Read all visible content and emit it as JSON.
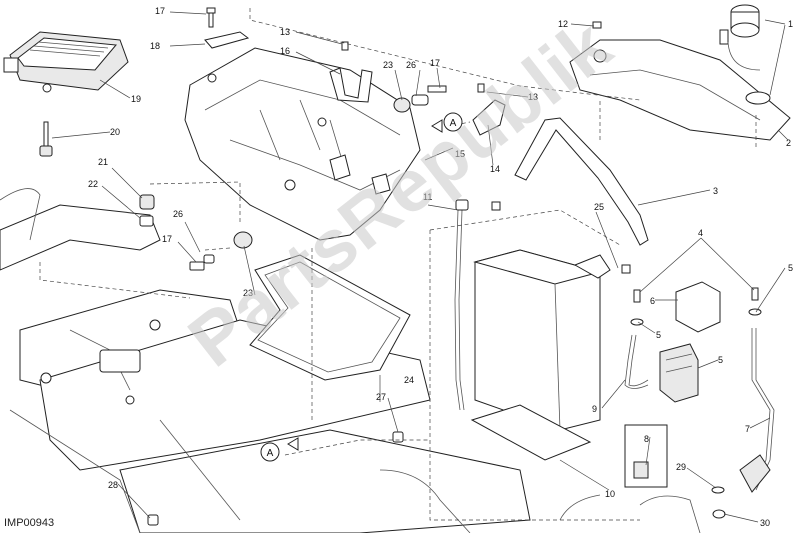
{
  "diagram": {
    "code": "IMP00943",
    "watermark": "PartsRepublik",
    "marker_letter": "A",
    "callouts": [
      "1",
      "2",
      "3",
      "4",
      "5",
      "6",
      "7",
      "8",
      "9",
      "10",
      "11",
      "12",
      "13",
      "14",
      "15",
      "16",
      "17",
      "18",
      "19",
      "20",
      "21",
      "22",
      "23",
      "24",
      "25",
      "26",
      "27",
      "28",
      "29",
      "30"
    ]
  }
}
